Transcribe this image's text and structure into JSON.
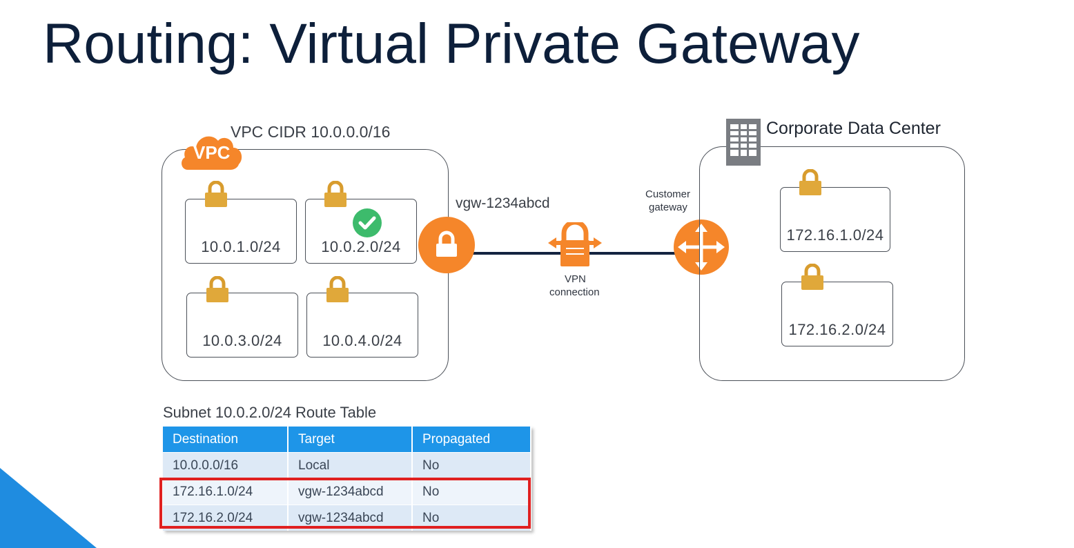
{
  "slide": {
    "title": "Routing: Virtual Private Gateway"
  },
  "vpc": {
    "badge": "VPC",
    "cidr_label": "VPC CIDR 10.0.0.0/16",
    "subnets": [
      {
        "cidr": "10.0.1.0/24"
      },
      {
        "cidr": "10.0.2.0/24",
        "selected": true
      },
      {
        "cidr": "10.0.3.0/24"
      },
      {
        "cidr": "10.0.4.0/24"
      }
    ]
  },
  "vgw": {
    "id_label": "vgw-1234abcd"
  },
  "vpn": {
    "label_line1": "VPN",
    "label_line2": "connection"
  },
  "customer_gateway": {
    "label_line1": "Customer",
    "label_line2": "gateway"
  },
  "corporate": {
    "title": "Corporate Data Center",
    "subnets": [
      {
        "cidr": "172.16.1.0/24"
      },
      {
        "cidr": "172.16.2.0/24"
      }
    ]
  },
  "route_table": {
    "caption": "Subnet 10.0.2.0/24 Route Table",
    "headers": [
      "Destination",
      "Target",
      "Propagated"
    ],
    "rows": [
      [
        "10.0.0.0/16",
        "Local",
        "No"
      ],
      [
        "172.16.1.0/24",
        "vgw-1234abcd",
        "No"
      ],
      [
        "172.16.2.0/24",
        "vgw-1234abcd",
        "No"
      ]
    ],
    "highlighted_rows": [
      1,
      2
    ]
  },
  "colors": {
    "title": "#0d1f3a",
    "accent_orange": "#f5862a",
    "lock_gold": "#e0a83a",
    "check_green": "#3dbb6c",
    "table_header": "#1e95e8",
    "highlight_red": "#e02020",
    "corner_blue": "#1f8ce0"
  },
  "icons": [
    "vpc-cloud-icon",
    "lock-icon",
    "checkmark-icon",
    "vpn-gateway-icon",
    "vpn-connection-icon",
    "customer-gateway-router-icon",
    "building-icon"
  ]
}
